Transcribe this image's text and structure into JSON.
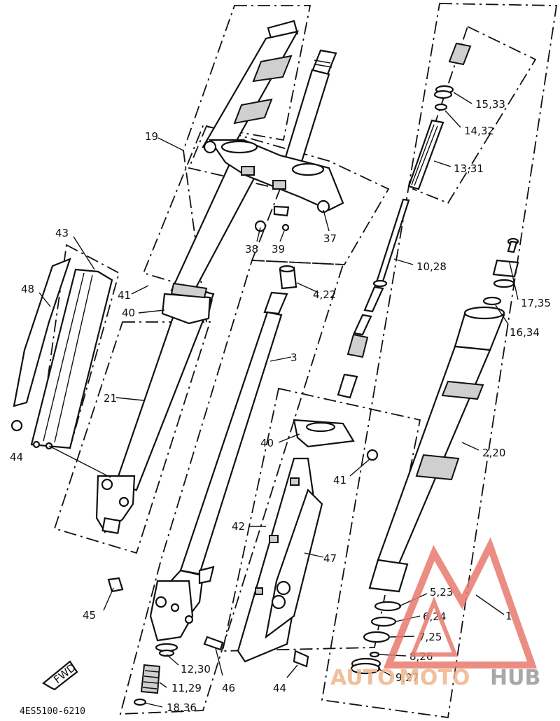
{
  "diagram": {
    "code": "4ES5100-6210",
    "fwd": "FWD",
    "watermark": {
      "part1": "AUTO",
      "part2": "MOTO",
      "part3": "HUB",
      "color_red": "#e87a6e",
      "color_orange": "#f0b48a",
      "color_dark": "#9a9a9a"
    },
    "callouts": [
      "19",
      "43",
      "48",
      "41",
      "40",
      "21",
      "44",
      "38",
      "39",
      "37",
      "4,22",
      "3",
      "40",
      "41",
      "42",
      "47",
      "45",
      "12,30",
      "11,29",
      "18,36",
      "46",
      "44",
      "15,33",
      "14,32",
      "13,31",
      "10,28",
      "17,35",
      "16,34",
      "2,20",
      "5,23",
      "6,24",
      "7,25",
      "8,26",
      "9,27",
      "1"
    ]
  }
}
